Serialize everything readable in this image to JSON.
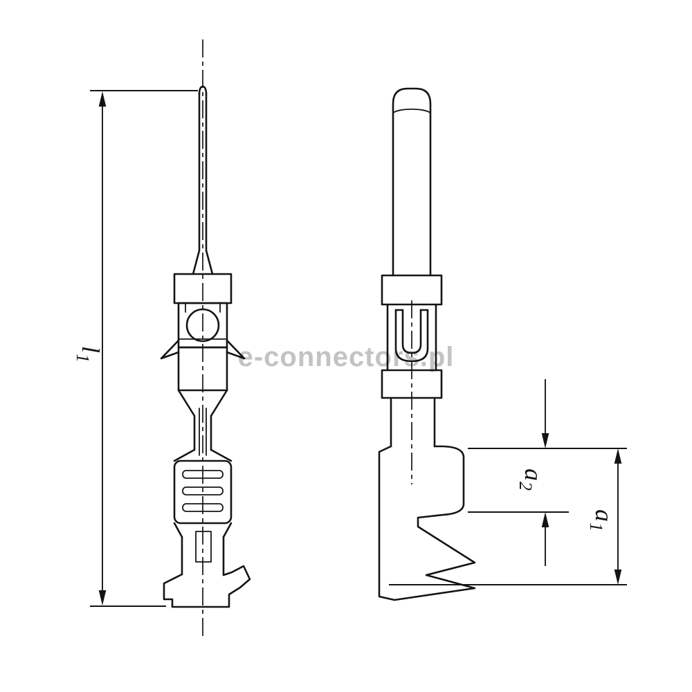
{
  "watermark": {
    "text": "e-connectors.pl",
    "color": "#c3c3c3"
  },
  "dimensions": {
    "l1": {
      "symbol": "l",
      "subscript": "1"
    },
    "a2": {
      "symbol": "a",
      "subscript": "2"
    },
    "a1": {
      "symbol": "a",
      "subscript": "1"
    }
  },
  "colors": {
    "line": "#141414",
    "background": "#ffffff"
  }
}
